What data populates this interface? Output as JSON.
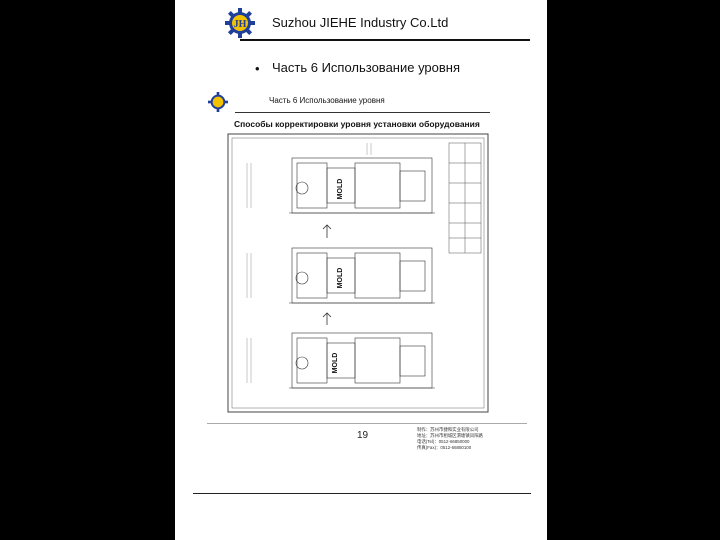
{
  "header": {
    "company": "Suzhou JIEHE Industry Co.Ltd",
    "logo_icon": "jiehe-gear-logo-icon",
    "logo_text": "JH"
  },
  "slide": {
    "bullet": "•",
    "title": "Часть 6 Использование уровня"
  },
  "embedded_page": {
    "title": "Часть 6 Использование уровня",
    "subtitle": "Способы корректировки уровня установки оборудования",
    "drawing": {
      "mold_label": "MOLD"
    },
    "page_number": "19",
    "footer_lines": [
      "制作：苏州市捷和实业有限公司",
      "地址：苏州市相城区渭塘镇凤阳路",
      "电话(Tel)：0512-66850000",
      "传真(Fax)：0512-66850100"
    ]
  },
  "colors": {
    "background": "#000000",
    "page": "#ffffff",
    "logo_blue": "#1f3f9a",
    "logo_yellow": "#f2c200"
  }
}
